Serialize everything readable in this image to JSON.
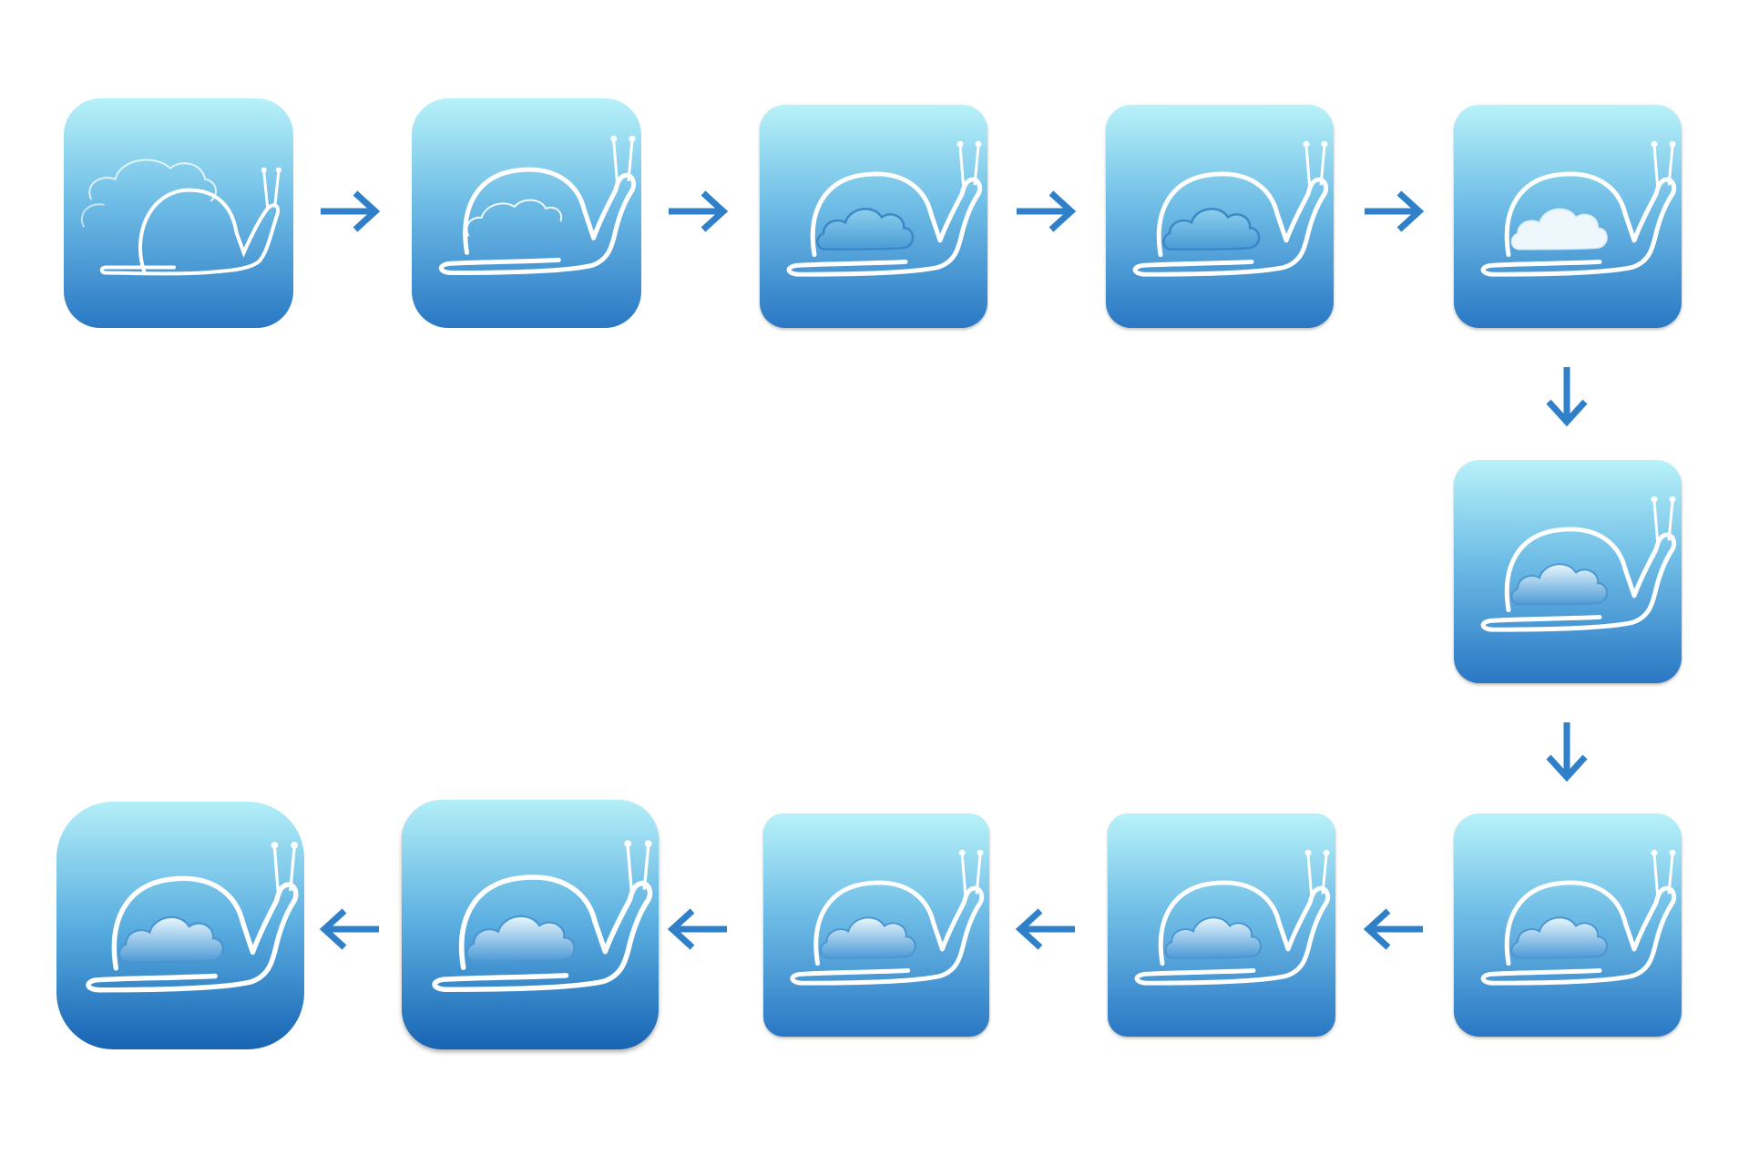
{
  "colors": {
    "background": "#ffffff",
    "tile_top": "#b4f0f8",
    "tile_bottom": "#2f7fc8",
    "arrow": "#2f80c8",
    "outline": "#ffffff"
  },
  "icons": [
    {
      "step": 1,
      "stage": "sketch-outline"
    },
    {
      "step": 2,
      "stage": "outline-cloud-inside"
    },
    {
      "step": 3,
      "stage": "embossed-cloud"
    },
    {
      "step": 4,
      "stage": "embossed-cloud"
    },
    {
      "step": 5,
      "stage": "white-cloud"
    },
    {
      "step": 6,
      "stage": "gradient-cloud"
    },
    {
      "step": 7,
      "stage": "gradient-cloud"
    },
    {
      "step": 8,
      "stage": "gradient-cloud"
    },
    {
      "step": 9,
      "stage": "gradient-cloud"
    },
    {
      "step": 10,
      "stage": "gradient-cloud-beveled"
    },
    {
      "step": 11,
      "stage": "final-rounded"
    }
  ],
  "arrows": [
    {
      "direction": "right"
    },
    {
      "direction": "right"
    },
    {
      "direction": "right"
    },
    {
      "direction": "right"
    },
    {
      "direction": "down"
    },
    {
      "direction": "down"
    },
    {
      "direction": "left"
    },
    {
      "direction": "left"
    },
    {
      "direction": "left"
    },
    {
      "direction": "left"
    }
  ]
}
